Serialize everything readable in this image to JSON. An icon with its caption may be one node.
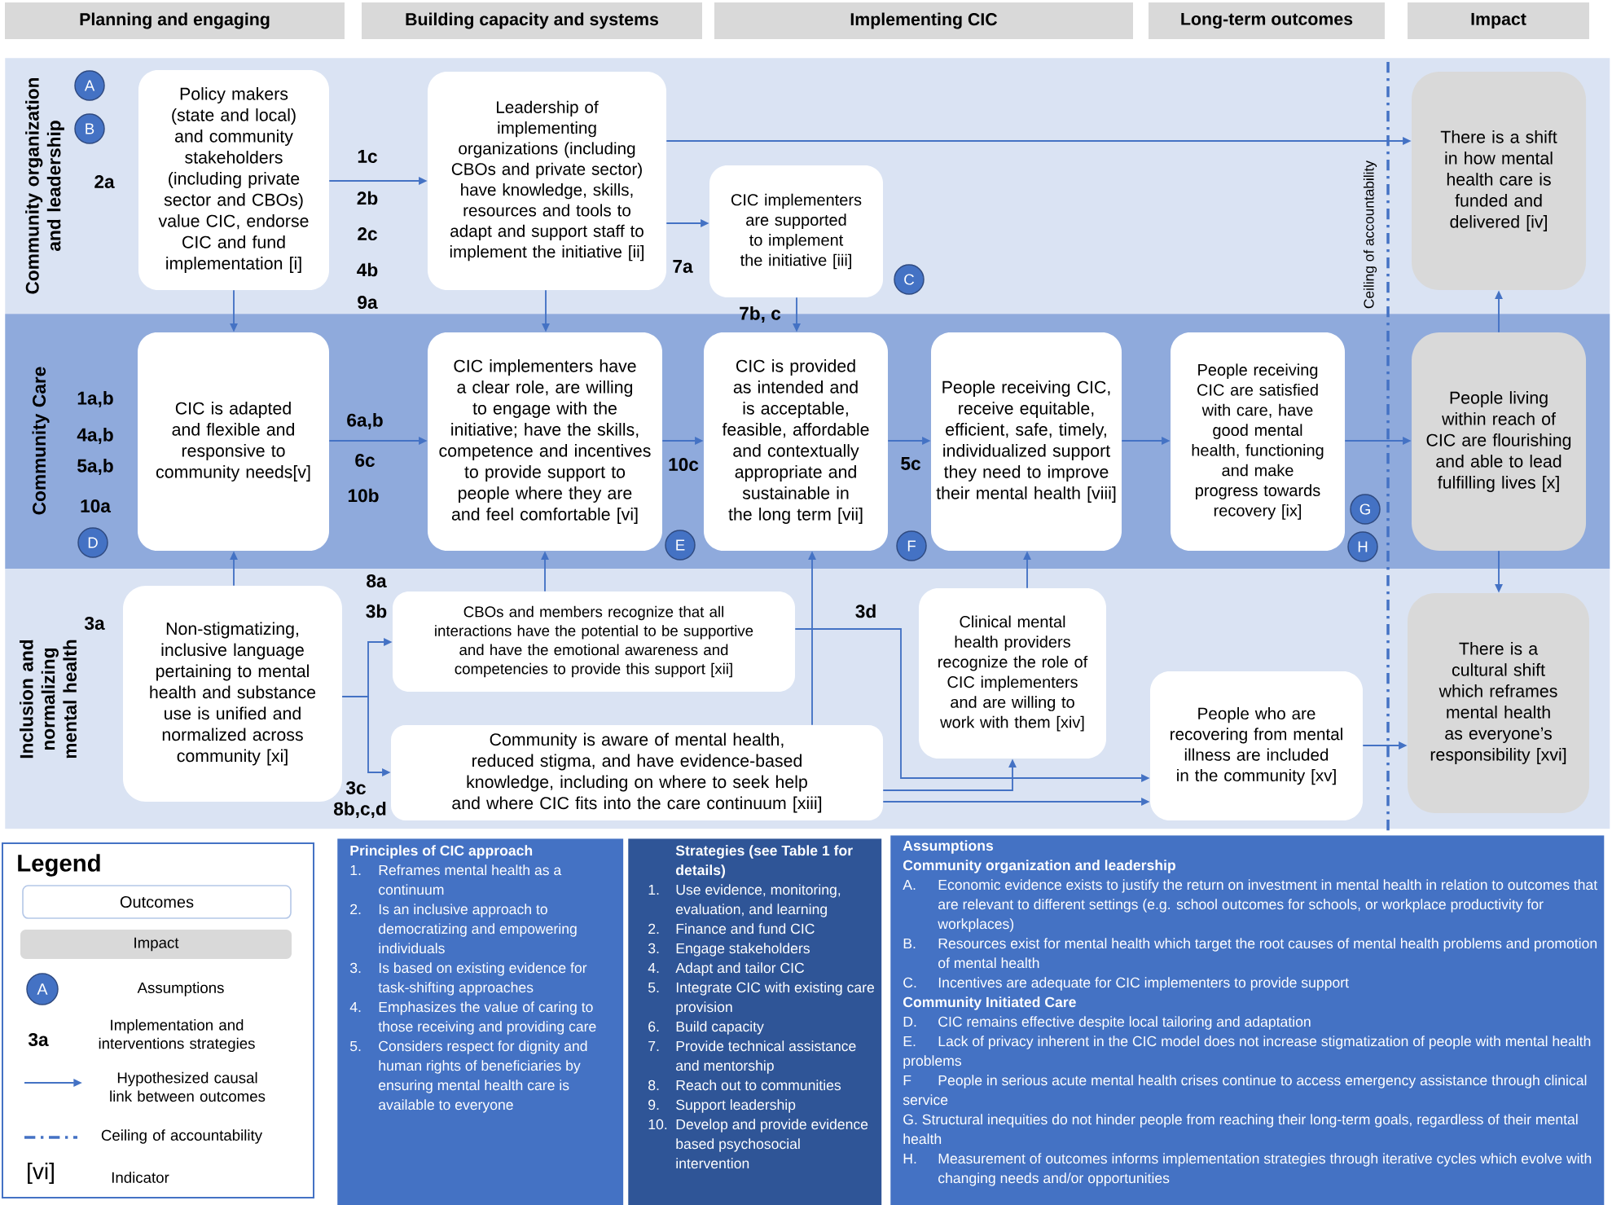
{
  "diagram": {
    "nodes": [
      {
        "text": [
          "Planning and engaging"
        ]
      },
      {
        "text": [
          "Building capacity and systems"
        ]
      },
      {
        "text": [
          "Implementing CIC"
        ]
      },
      {
        "text": [
          "Long-term outcomes"
        ]
      },
      {
        "text": [
          "Impact"
        ]
      },
      {
        "text": [
          "Community organization and leadership"
        ]
      },
      {
        "text": [
          "A"
        ],
        "in": 5
      },
      {
        "text": [
          "B"
        ],
        "in": 5
      },
      {
        "text": [
          "Policy makers (state and local) and community stakeholders (including private sector and CBOs) value CIC, endorse CIC and fund implementation [i]"
        ],
        "in": 5
      },
      {
        "text": [
          "Leadership of implementing organizations (including CBOs and private sector) have knowledge, skills, resources and tools to adapt and support staff to implement the initiative [ii]"
        ],
        "in": 5
      },
      {
        "text": [
          "CIC implementers are supported to implement the initiative [iii]"
        ],
        "in": 5
      },
      {
        "text": [
          "C"
        ],
        "in": 5
      },
      {
        "text": [
          "There is a shift in how mental health care is funded and delivered [iv]"
        ],
        "in": 5
      },
      {
        "text": [
          "Community Care"
        ]
      },
      {
        "text": [
          "CIC is adapted and flexible and responsive to community needs[v]"
        ],
        "in": 13
      },
      {
        "text": [
          "D"
        ],
        "in": 13
      },
      {
        "text": [
          "CIC implementers have a clear role, are willing to engage with the initiative; have the skills, competence and incentives to provide support to people where they are and feel comfortable [vi]"
        ],
        "in": 13
      },
      {
        "text": [
          "E"
        ],
        "in": 13
      },
      {
        "text": [
          "CIC is provided as intended and is acceptable, feasible, affordable and contextually appropriate and sustainable in the long term [vii]"
        ],
        "in": 13
      },
      {
        "text": [
          "F"
        ],
        "in": 13
      },
      {
        "text": [
          "People receiving CIC, receive equitable, efficient, safe, timely, individualized support they need to improve their mental health [viii]"
        ],
        "in": 13
      },
      {
        "text": [
          "People receiving CIC are satisfied with care, have good mental health, functioning and make progress towards recovery [ix]"
        ],
        "in": 13
      },
      {
        "text": [
          "G"
        ],
        "in": 13
      },
      {
        "text": [
          "H"
        ],
        "in": 13
      },
      {
        "text": [
          "People living within reach of CIC are flourishing and able to lead fulfilling lives [x]"
        ],
        "in": 13
      },
      {
        "text": [
          "Inclusion and normalizing mental health"
        ]
      },
      {
        "text": [
          "Non-stigmatizing, inclusive language pertaining to mental health and substance use is unified and normalized across community [xi]"
        ],
        "in": 25
      },
      {
        "text": [
          "CBOs and members recognize that all interactions have the potential to be supportive and have the emotional awareness and competencies to provide this support [xii]"
        ],
        "in": 25
      },
      {
        "text": [
          "Community is aware of mental health, reduced stigma, and have evidence-based knowledge, including on where to seek help and where CIC fits into the care continuum [xiii]"
        ],
        "in": 25
      },
      {
        "text": [
          "Clinical mental health providers recognize the role of CIC implementers and are willing to work with them [xiv]"
        ],
        "in": 25
      },
      {
        "text": [
          "People who are recovering from mental illness are included in the community [xv]"
        ],
        "in": 25
      },
      {
        "text": [
          "There is a cultural shift which reframes mental health as everyone’s responsibility [xvi]"
        ],
        "in": 25
      },
      {
        "text": [
          "A"
        ]
      },
      {
        "text": [
          "Principles of CIC approach",
          "1.",
          "Reframes mental health as a continuum",
          "2.",
          "Is an inclusive approach to democratizing and empowering individuals",
          "3.",
          "Is based on existing evidence for task-shifting approaches",
          "4.",
          "Emphasizes the value of caring to those receiving and providing care",
          "5.",
          "Considers respect for dignity and human rights of beneficiaries by ensuring mental health care is available to everyone"
        ]
      },
      {
        "text": [
          "Strategies (see Table 1 for details)",
          "1.",
          "Use evidence, monitoring, evaluation, and learning",
          "2.",
          "Finance and fund CIC",
          "3.",
          "Engage stakeholders",
          "4.",
          "Adapt and tailor CIC",
          "5.",
          "Integrate CIC with existing care provision",
          "6.",
          "Build capacity",
          "7.",
          "Provide technical assistance and mentorship",
          "8.",
          "Reach out to communities",
          "9.",
          "Support leadership",
          "10.",
          "Develop and provide evidence based psychosocial intervention"
        ]
      },
      {
        "text": [
          "Assumptions",
          "Community organization and leadership",
          "A.",
          "Economic evidence exists to justify the return on investment in mental health in relation to outcomes that are relevant to different settings (e.g. school outcomes for schools, or workplace productivity for workplaces)",
          "B.",
          "Resources exist for mental health which target the root causes of mental health problems and promotion of mental health",
          "C.",
          "Incentives are adequate for CIC implementers to provide support",
          "Community Initiated Care",
          "D.",
          "CIC remains effective despite local tailoring and adaptation",
          "E.",
          "Lack of privacy inherent in the CIC model does not increase stigmatization of people with mental health problems",
          "F",
          "People in serious acute mental health crises continue to access emergency assistance through clinical service",
          "G. Structural inequities do not hinder people from reaching their long-term goals, regardless of their mental health",
          "H.",
          "Measurement of outcomes informs implementation strategies through iterative cycles which evolve with changing needs and/or opportunities"
        ]
      }
    ],
    "edges": [
      {
        "from": 8,
        "to": 9,
        "arrow": "to"
      },
      {
        "from": 9,
        "to": 12,
        "arrow": "to"
      },
      {
        "from": 9,
        "to": 10,
        "arrow": "to"
      },
      {
        "from": 8,
        "to": 14,
        "arrow": "to"
      },
      {
        "from": 9,
        "to": 16,
        "arrow": "to"
      },
      {
        "from": 10,
        "to": 18,
        "arrow": "to"
      },
      {
        "from": 14,
        "to": 16,
        "arrow": "to"
      },
      {
        "from": 16,
        "to": 18,
        "arrow": "to"
      },
      {
        "from": 18,
        "to": 20,
        "arrow": "to"
      },
      {
        "from": 20,
        "to": 21,
        "arrow": "to"
      },
      {
        "from": 21,
        "to": 24,
        "arrow": "to"
      },
      {
        "from": 24,
        "to": 12,
        "arrow": "to"
      },
      {
        "from": 24,
        "to": 31,
        "arrow": "to"
      },
      {
        "from": 26,
        "to": 14,
        "arrow": "to"
      },
      {
        "from": 27,
        "to": 16,
        "arrow": "to"
      },
      {
        "from": 28,
        "to": 18,
        "arrow": "to"
      },
      {
        "from": 29,
        "to": 20,
        "arrow": "to"
      },
      {
        "from": 26,
        "to": 27,
        "arrow": "to"
      },
      {
        "from": 26,
        "to": 28,
        "arrow": "to"
      },
      {
        "from": 27,
        "to": 30,
        "arrow": "to"
      },
      {
        "from": 28,
        "to": 29,
        "arrow": "to"
      },
      {
        "from": 28,
        "to": 30,
        "arrow": "to"
      },
      {
        "from": 30,
        "to": 31,
        "arrow": "to"
      }
    ],
    "labels": [
      "2a",
      "1c",
      "2b",
      "2c",
      "4b",
      "9a",
      "7a",
      "7b, c",
      "Ceiling of accountability",
      "1a,b",
      "4a,b",
      "5a,b",
      "10a",
      "6a,b",
      "6c",
      "10b",
      "10c",
      "5c",
      "8a",
      "3b",
      "3a",
      "3d",
      "3c",
      "8b,c,d",
      "Legend",
      "3a",
      "[vi]"
    ],
    "legend": [
      {
        "text": "Outcomes"
      },
      {
        "text": "Impact",
        "color": "#d9d9d9"
      },
      {
        "text": "Assumptions"
      },
      {
        "text": "Implementation and interventions strategies"
      },
      {
        "text": "Hypothesized causal link between outcomes"
      },
      {
        "text": "Ceiling of accountability"
      },
      {
        "text": "Indicator"
      }
    ]
  }
}
